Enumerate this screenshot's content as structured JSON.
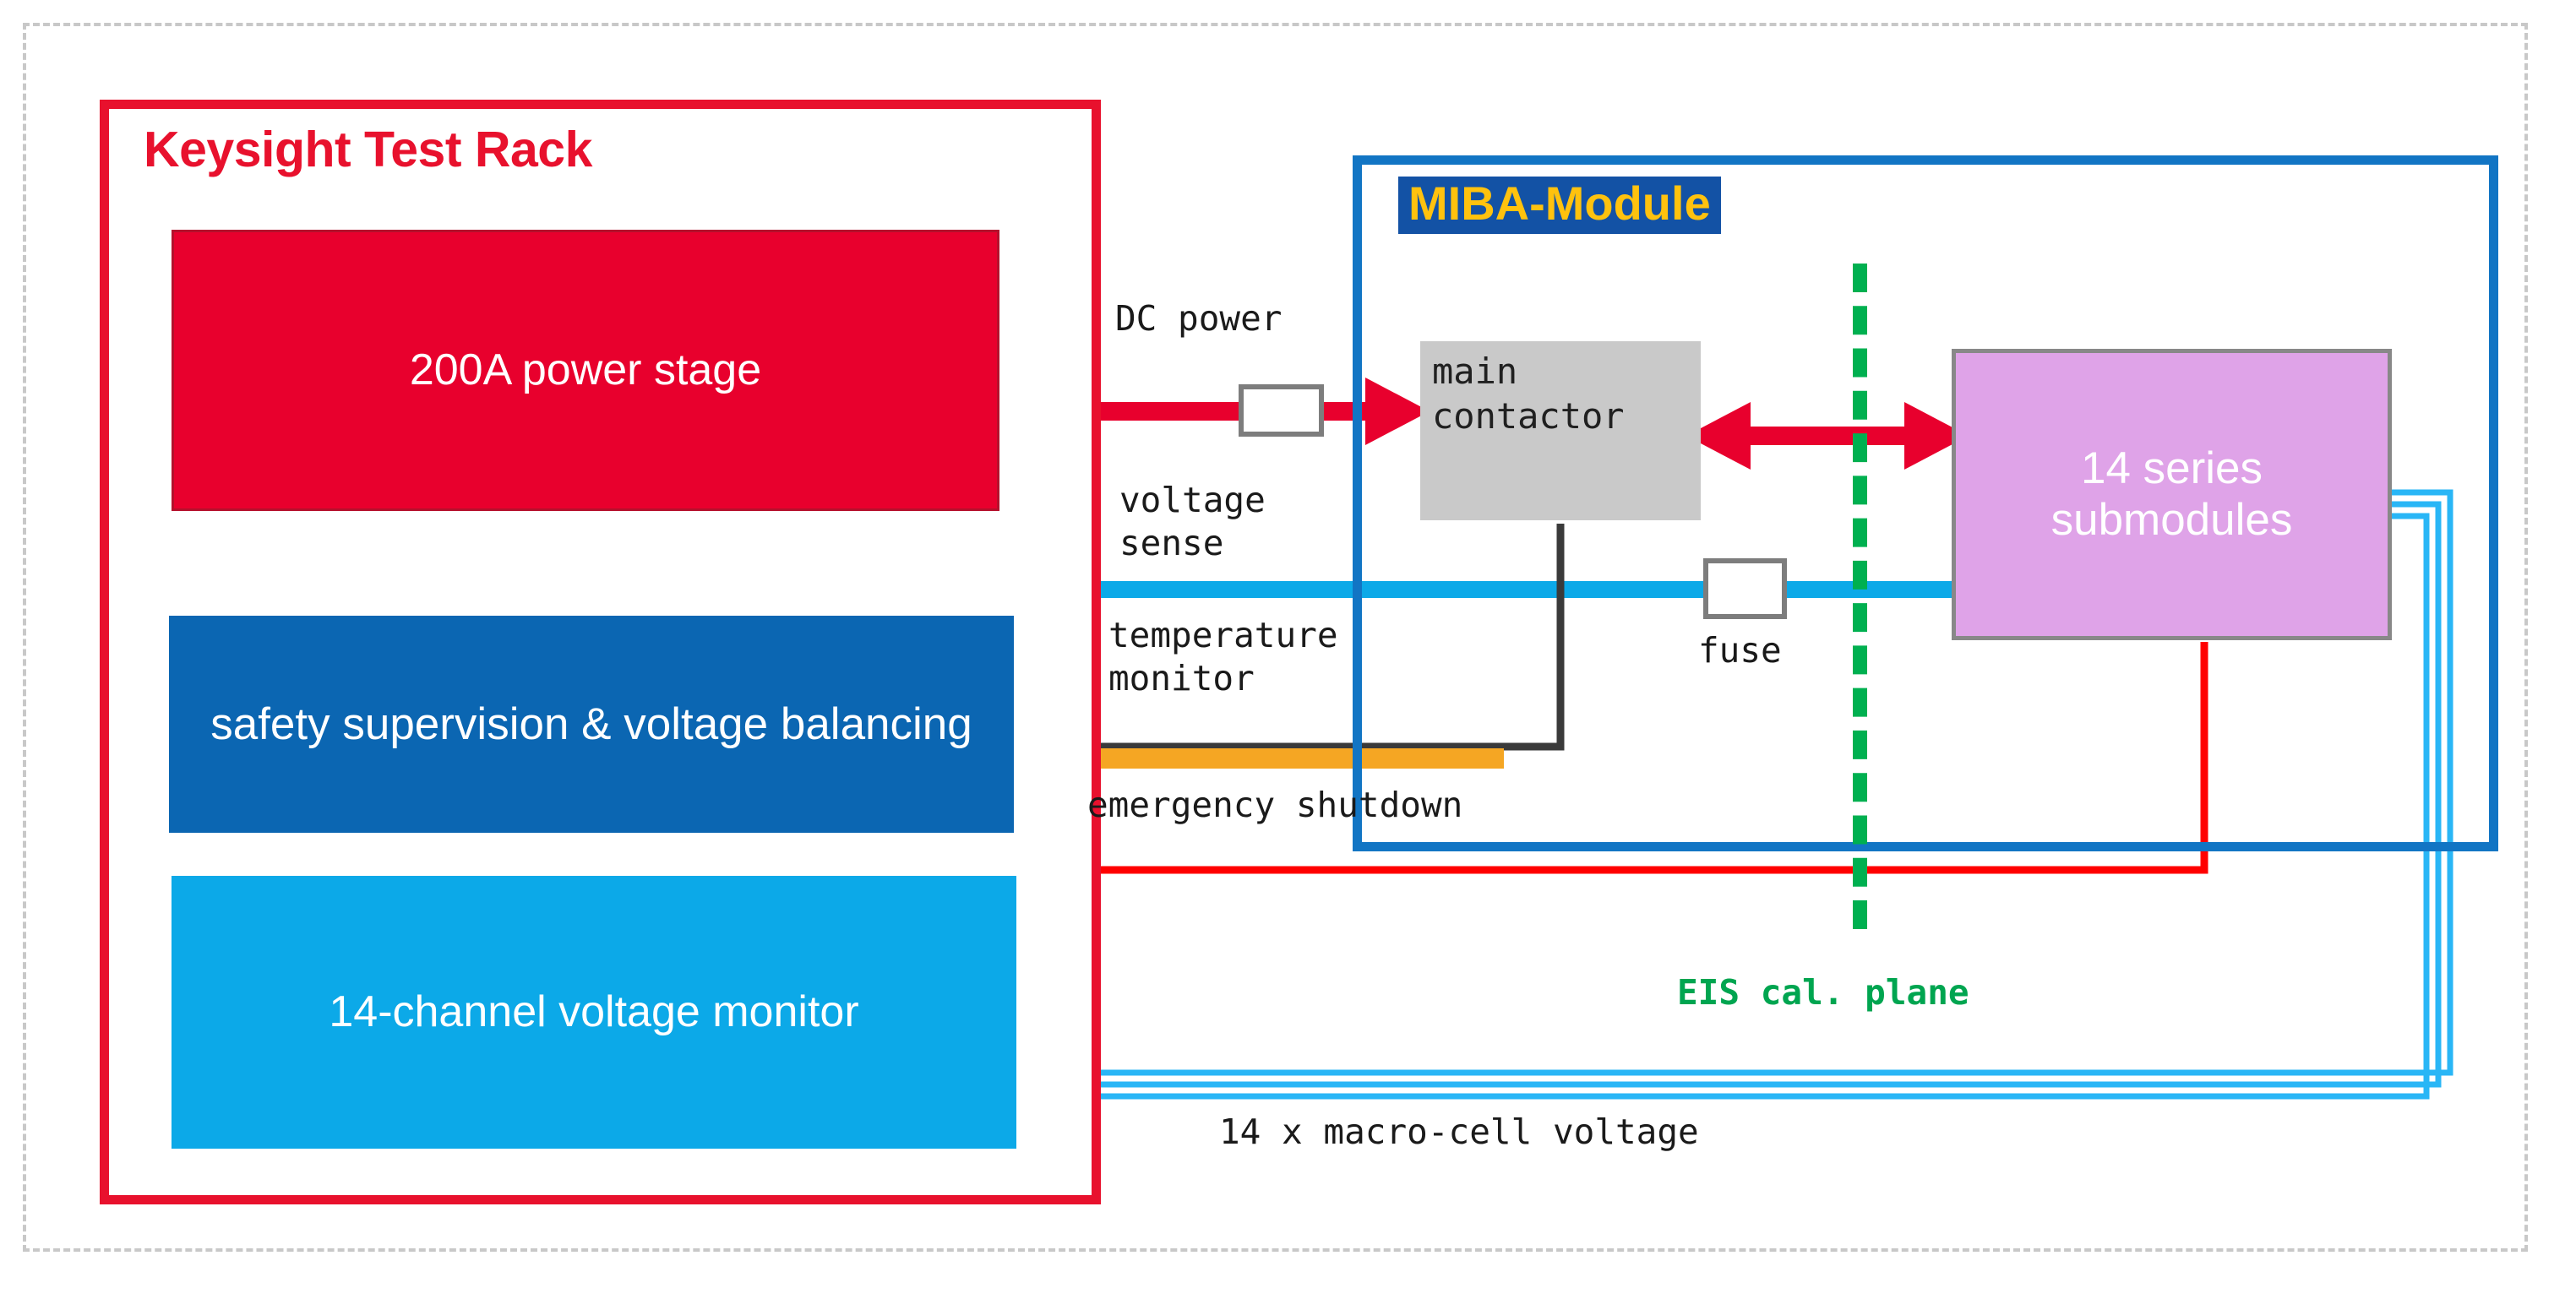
{
  "diagram": {
    "title": "Keysight Test Rack and MIBA-Module test setup block diagram"
  },
  "rack": {
    "title": "Keysight Test Rack",
    "border_color": "#E8112D",
    "blocks": [
      {
        "id": "power-stage",
        "label": "200A power stage",
        "color": "#E8002D"
      },
      {
        "id": "safety",
        "label": "safety supervision & voltage balancing",
        "color": "#0B66B2"
      },
      {
        "id": "voltage-monitor",
        "label": "14-channel voltage monitor",
        "color": "#0CA9E8"
      }
    ]
  },
  "miba": {
    "title": "MIBA-Module",
    "title_bg": "#1352A5",
    "title_fg": "#FFC20E",
    "border_color": "#1275C4",
    "contactor": {
      "line1": "main",
      "line2": "contactor",
      "fill": "#C9C9C9"
    },
    "submodules": {
      "line1": "14 series",
      "line2": "submodules",
      "fill": "#DFA3E8"
    },
    "fuse_label": "fuse"
  },
  "signals": {
    "dc_power": "DC power",
    "voltage_sense_line1": "voltage",
    "voltage_sense_line2": "sense",
    "temperature_line1": "temperature",
    "temperature_line2": "monitor",
    "emergency_shutdown": "emergency shutdown",
    "macro_cell_voltage": "14 x macro-cell voltage"
  },
  "annotations": {
    "eis_plane": "EIS cal. plane",
    "eis_color": "#00B050"
  },
  "colors": {
    "red_power": "#E8002D",
    "rack_red": "#E8112D",
    "blue_dark": "#0B66B2",
    "blue_light": "#0CA9E8",
    "miba_blue": "#1275C4",
    "orange": "#F5A623",
    "green": "#00B050",
    "purple": "#DFA3E8",
    "gray": "#C9C9C9",
    "emergency_red": "#FF0000",
    "wire_dark": "#3A3A3A"
  }
}
